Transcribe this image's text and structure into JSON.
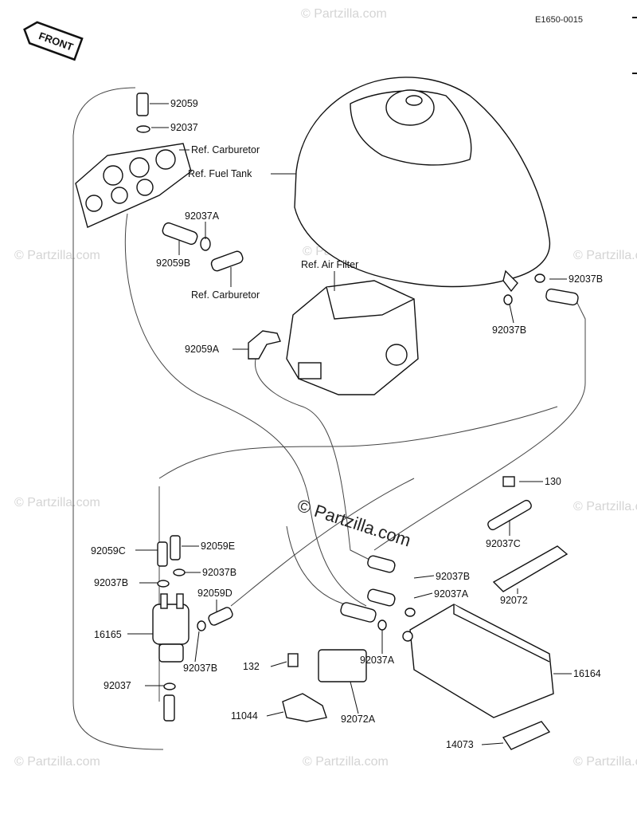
{
  "diagram_code": "E1650-0015",
  "front_label": "FRONT",
  "watermark_center": "© Partzilla.com",
  "watermark_tile": "© Partzilla.com",
  "labels": {
    "p92059_top": "92059",
    "p92037_top": "92037",
    "ref_carburetor_top": "Ref. Carburetor",
    "ref_fuel_tank": "Ref. Fuel Tank",
    "p92037A_top": "92037A",
    "p92059B": "92059B",
    "ref_carburetor_mid": "Ref. Carburetor",
    "ref_air_filter": "Ref. Air Filter",
    "p92037B_right1": "92037B",
    "p92037B_right2": "92037B",
    "p92059A": "92059A",
    "p130": "130",
    "p92037C": "92037C",
    "p92059E": "92059E",
    "p92059C": "92059C",
    "p92037B_mid_r": "92037B",
    "p92037B_mid_l": "92037B",
    "p92059D": "92059D",
    "p16165": "16165",
    "p92037B_low": "92037B",
    "p92037B_can": "92037B",
    "p92037A_can1": "92037A",
    "p92037A_can2": "92037A",
    "p92072": "92072",
    "p16164": "16164",
    "p132": "132",
    "p11044": "11044",
    "p92072A": "92072A",
    "p92037_bottom": "92037",
    "p14073": "14073"
  }
}
